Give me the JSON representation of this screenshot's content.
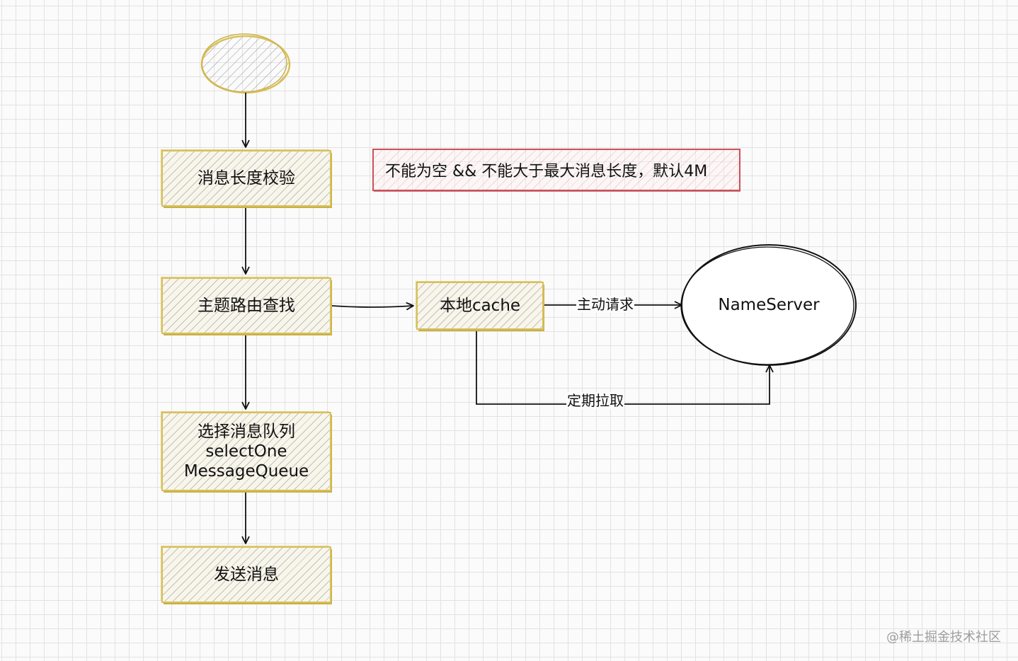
{
  "nodes": {
    "check": "消息长度校验",
    "route": "主题路由查找",
    "select": [
      "选择消息队列",
      "selectOne",
      "MessageQueue"
    ],
    "send": "发送消息",
    "cache": "本地cache",
    "nameserver": "NameServer"
  },
  "note": "不能为空 && 不能大于最大消息长度，默认4M",
  "edges": {
    "active_request": "主动请求",
    "periodic_pull": "定期拉取"
  },
  "watermark": "@稀土掘金技术社区",
  "colors": {
    "box_border": "#d8c05a",
    "note_border": "#c8525a",
    "line": "#111111"
  }
}
